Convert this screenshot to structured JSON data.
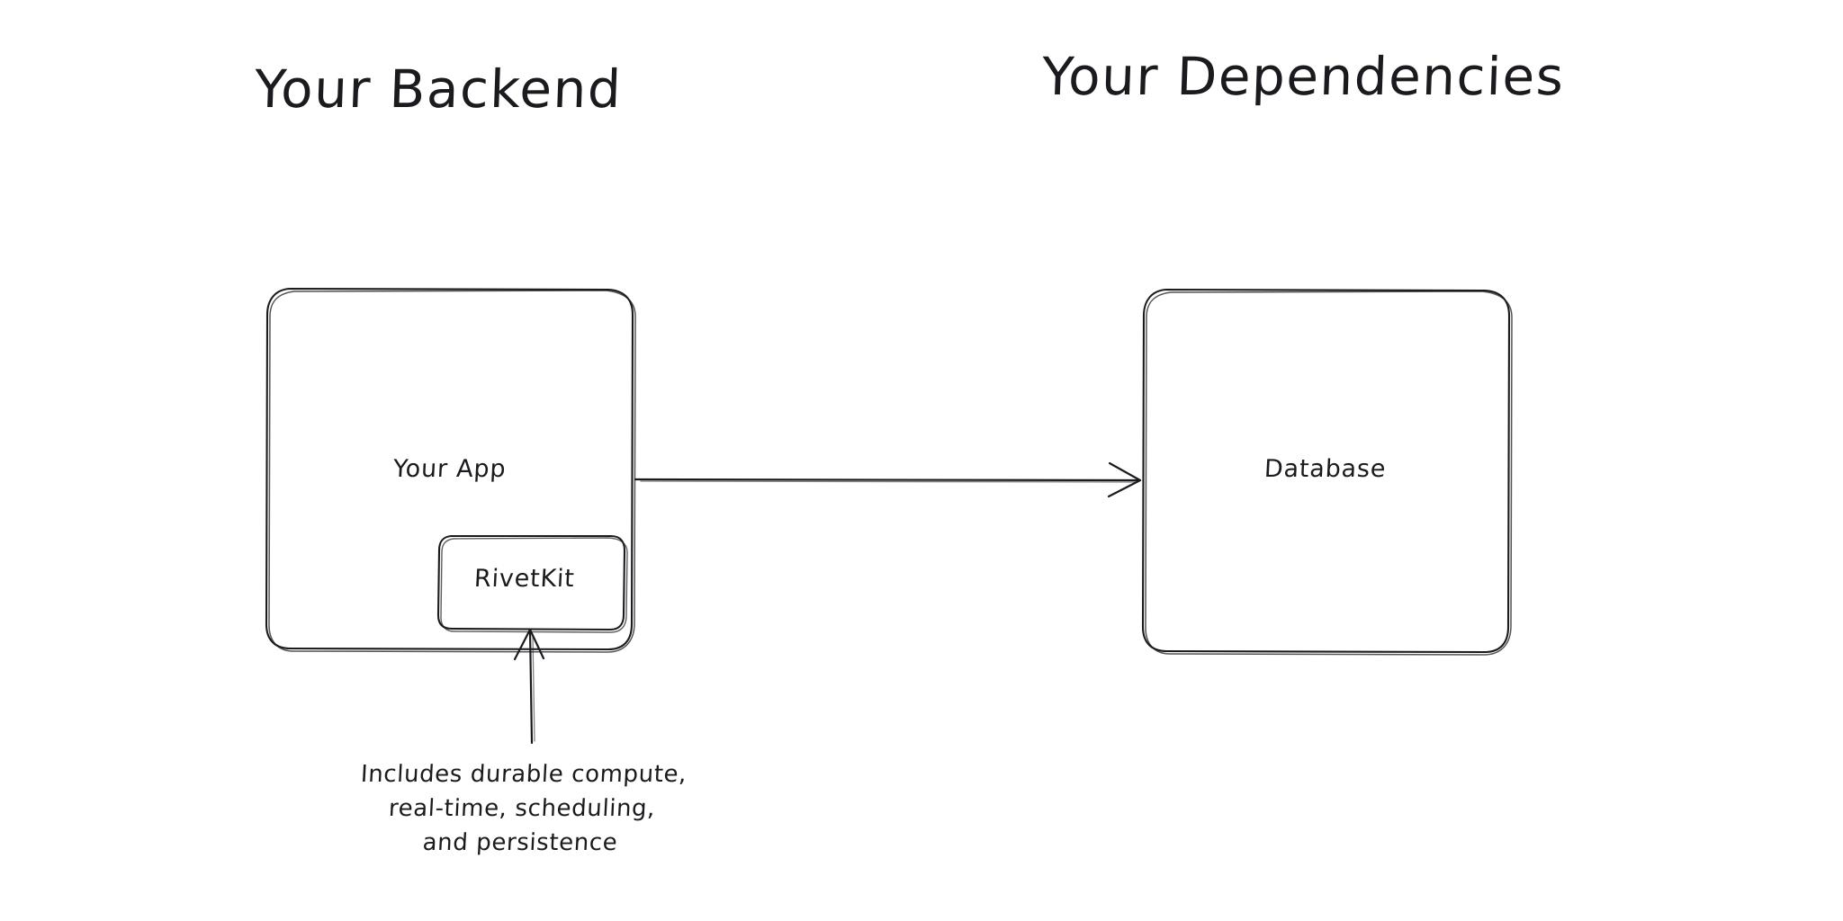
{
  "diagram": {
    "type": "architecture-diagram",
    "style": "hand-drawn-sketch",
    "background_color": "#ffffff",
    "stroke_color": "#1b1b1f",
    "text_color": "#1b1b1f",
    "headings": [
      {
        "id": "backend",
        "text": "Your Backend"
      },
      {
        "id": "dependencies",
        "text": "Your Dependencies"
      }
    ],
    "nodes": [
      {
        "id": "your-app",
        "label": "Your App",
        "group": "Your Backend",
        "shape": "rounded-rectangle"
      },
      {
        "id": "rivetkit",
        "label": "RivetKit",
        "group": "Your Backend",
        "parent": "your-app",
        "shape": "rounded-rectangle"
      },
      {
        "id": "database",
        "label": "Database",
        "group": "Your Dependencies",
        "shape": "rounded-rectangle"
      }
    ],
    "edges": [
      {
        "id": "app-to-database",
        "from": "your-app",
        "to": "database",
        "label": "",
        "direction": "right",
        "arrowhead": "open-v"
      },
      {
        "id": "caption-to-rivetkit",
        "from": "annotation",
        "to": "rivetkit",
        "label": "",
        "direction": "up",
        "arrowhead": "open-v"
      }
    ],
    "annotations": [
      {
        "id": "rivetkit-caption",
        "target": "rivetkit",
        "lines": [
          "Includes durable compute,",
          "real-time, scheduling,",
          "and persistence"
        ]
      }
    ]
  }
}
